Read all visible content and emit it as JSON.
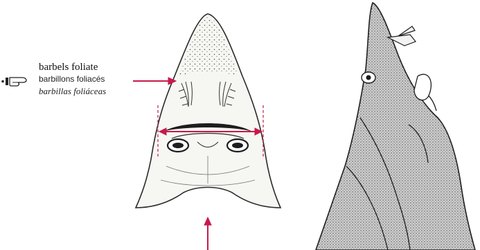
{
  "annotation": {
    "english": "barbels foliate",
    "french": "barbillons foliacés",
    "spanish": "barbillas foliáceas"
  },
  "colors": {
    "accent": "#c8194a",
    "ink": "#2a2a2a"
  },
  "icons": {
    "pointer": "pointing-hand-icon"
  }
}
